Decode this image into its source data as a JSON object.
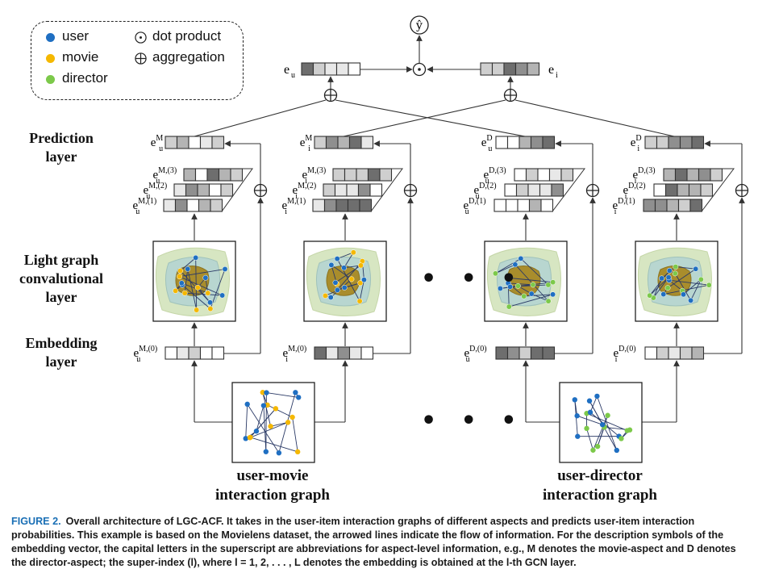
{
  "legend": {
    "items": [
      {
        "label": "user",
        "color": "#1f6fc2"
      },
      {
        "label": "movie",
        "color": "#f5b800"
      },
      {
        "label": "director",
        "color": "#7cc94a"
      }
    ],
    "dot_product_label": "dot product",
    "aggregation_label": "aggregation"
  },
  "layers": {
    "prediction": "Prediction\nlayer",
    "light_graph": "Light graph\nconvalutional\nlayer",
    "embedding": "Embedding\nlayer"
  },
  "graphs": {
    "movie": "user-movie\ninteraction graph",
    "director": "user-director\ninteraction graph"
  },
  "output": {
    "y_hat": "ŷ",
    "e_u": "e",
    "e_u_sub": "u",
    "e_i": "e",
    "e_i_sub": "i"
  },
  "columns": [
    {
      "sub": "u",
      "aspect": "M"
    },
    {
      "sub": "i",
      "aspect": "M"
    },
    {
      "sub": "u",
      "aspect": "D"
    },
    {
      "sub": "i",
      "aspect": "D"
    }
  ],
  "layer_indices": [
    "(0)",
    "(1)",
    "(2)",
    "(3)"
  ],
  "ellipsis": "• • •",
  "colors": {
    "user": "#1f6fc2",
    "movie": "#f5b800",
    "director": "#7cc94a"
  },
  "caption": {
    "label": "FIGURE 2.",
    "text": "Overall architecture of LGC-ACF. It takes in the user-item interaction graphs of different aspects and predicts user-item interaction probabilities. This example is based on the Movielens dataset, the arrowed lines indicate the flow of information. For the description symbols of the embedding vector, the capital letters in the superscript are abbreviations for aspect-level information, e.g., M denotes the movie-aspect and D denotes the director-aspect; the super-index (l), where l = 1, 2, . . . , L denotes the embedding is obtained at the l-th GCN layer."
  }
}
